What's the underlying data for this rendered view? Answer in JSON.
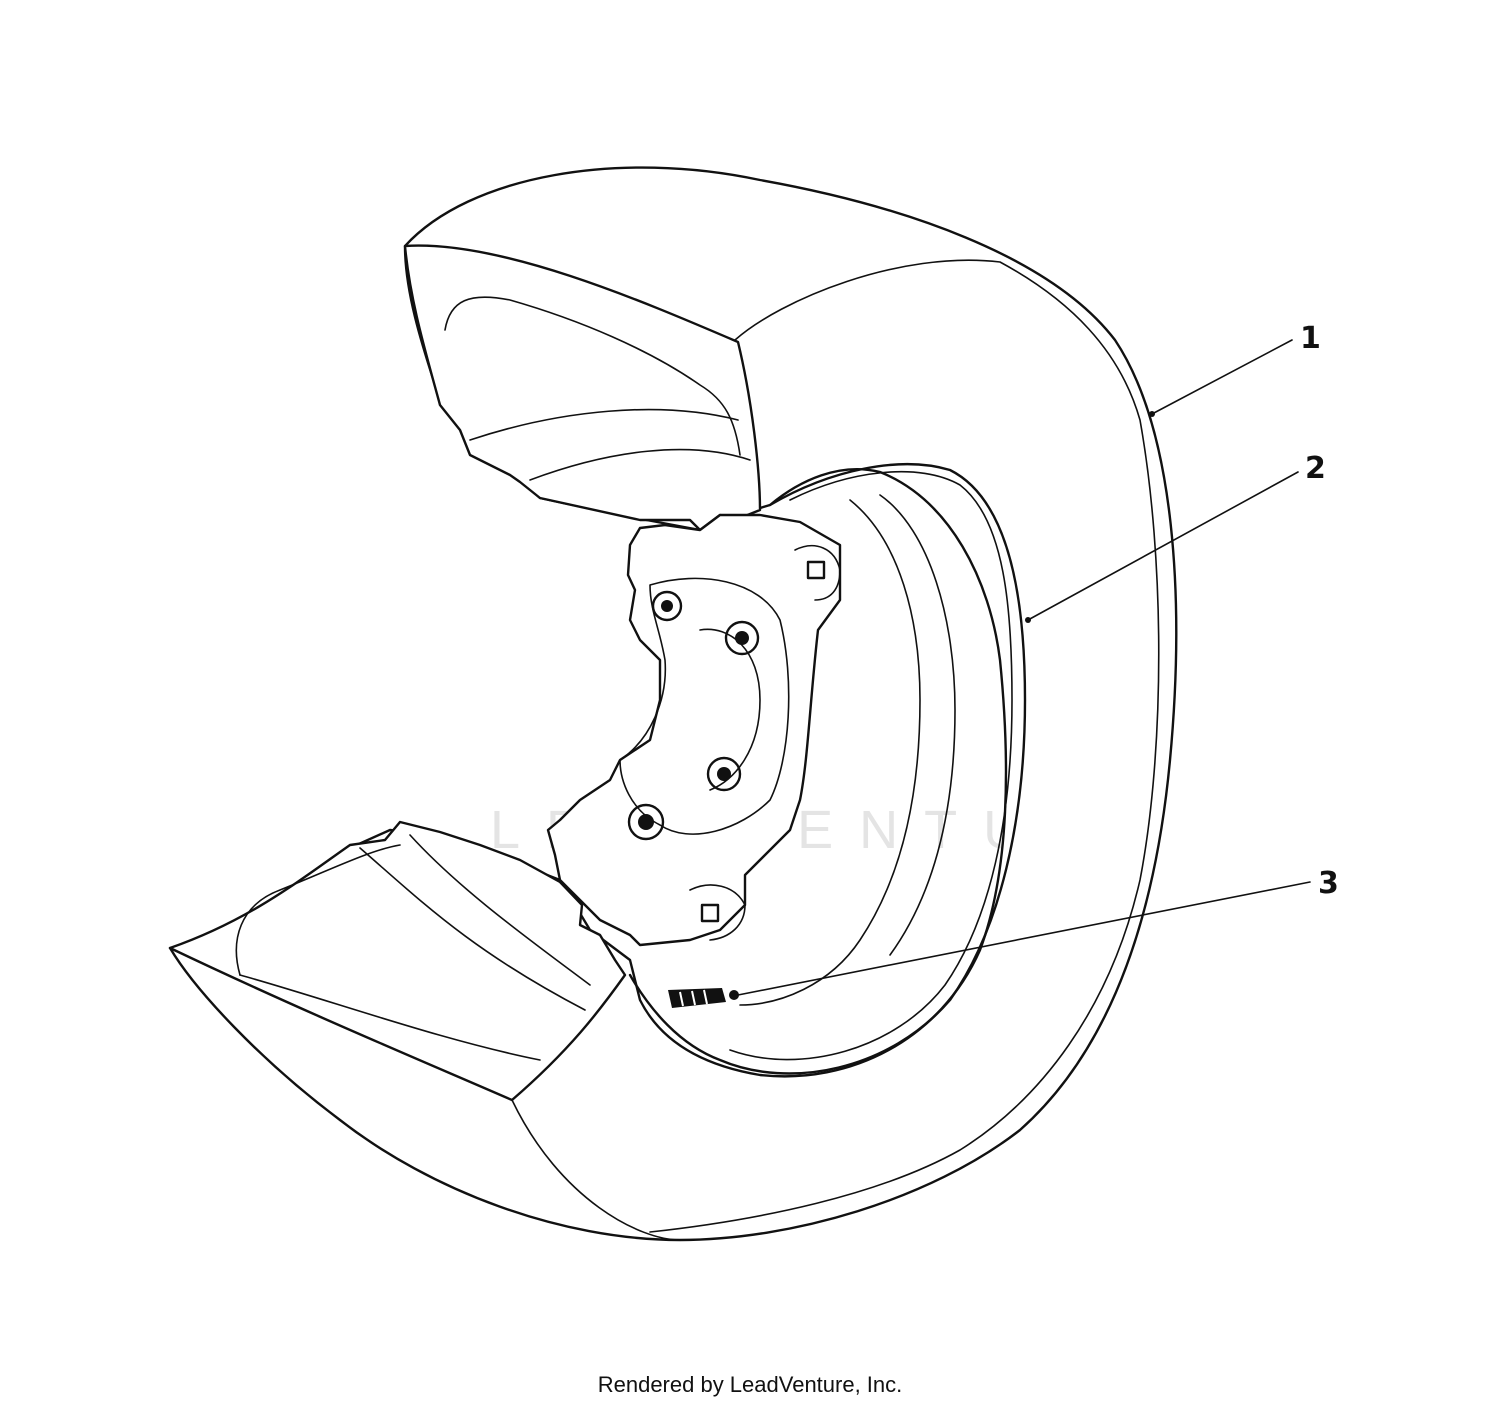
{
  "diagram": {
    "callouts": [
      {
        "id": "1",
        "label": "1"
      },
      {
        "id": "2",
        "label": "2"
      },
      {
        "id": "3",
        "label": "3"
      }
    ],
    "watermark_text": "LEADVENTURE"
  },
  "footer": {
    "credit": "Rendered by LeadVenture, Inc."
  },
  "colors": {
    "line": "#111111",
    "background": "#ffffff",
    "watermark": "#e4e4e4"
  }
}
